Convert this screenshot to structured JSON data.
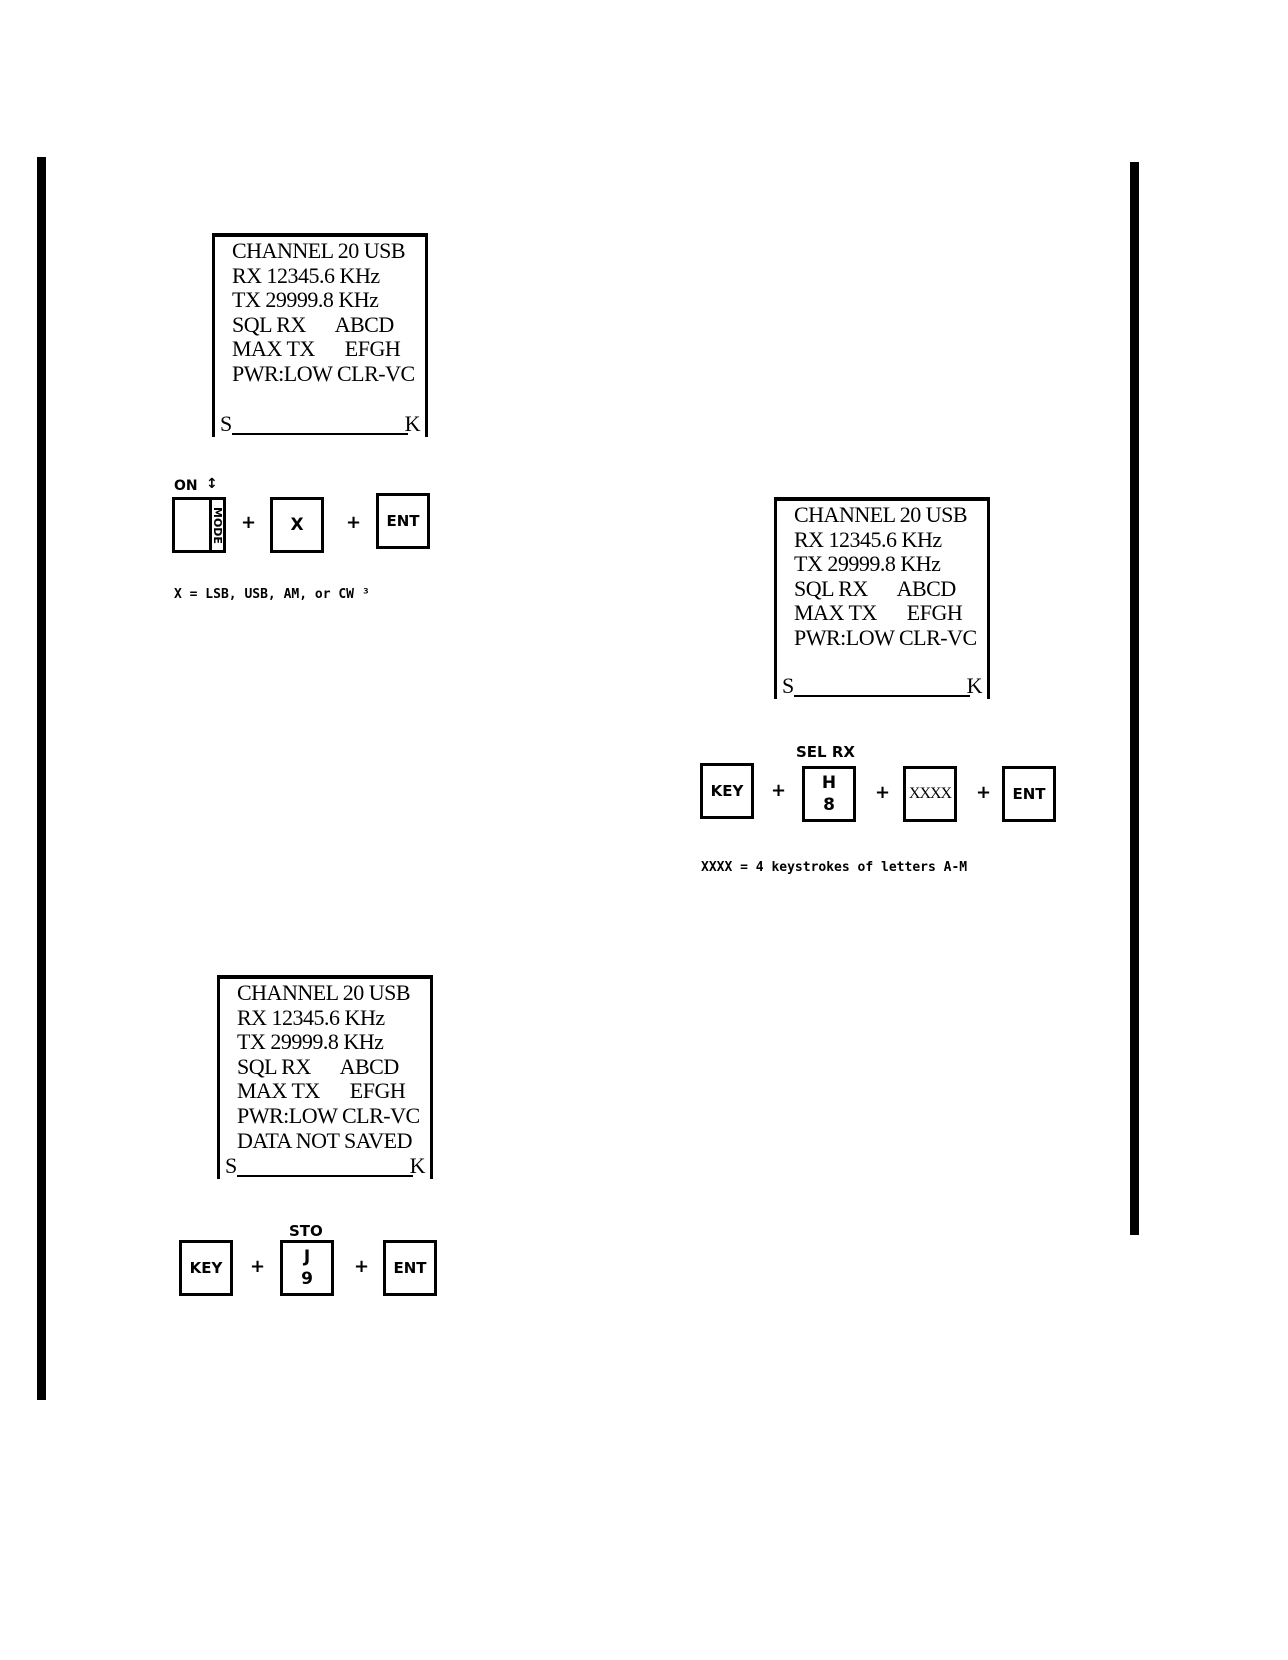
{
  "display_lines": [
    "CHANNEL 20 USB",
    "RX 12345.6 KHz",
    "TX 29999.8 KHz",
    "SQL RX      ABCD",
    "MAX TX      EFGH",
    "PWR:LOW CLR-VC"
  ],
  "display_extra_line": "DATA NOT SAVED",
  "display_softkey_left": "S",
  "display_softkey_right": "K",
  "step1": {
    "on_label": "ON",
    "on_arrow": "↕",
    "mode_label": "MODE",
    "x_key": "X",
    "ent_key": "ENT",
    "note": "X = LSB, USB, AM, or CW ³"
  },
  "step2": {
    "top_label": "SEL RX",
    "key_key": "KEY",
    "h_key_top": "H",
    "h_key_bottom": "8",
    "xxxx_key": "XXXX",
    "ent_key": "ENT",
    "note": "XXXX = 4 keystrokes of letters A-M"
  },
  "step3": {
    "top_label": "STO",
    "key_key": "KEY",
    "j_key_top": "J",
    "j_key_bottom": "9",
    "ent_key": "ENT"
  },
  "plus_sign": "+"
}
